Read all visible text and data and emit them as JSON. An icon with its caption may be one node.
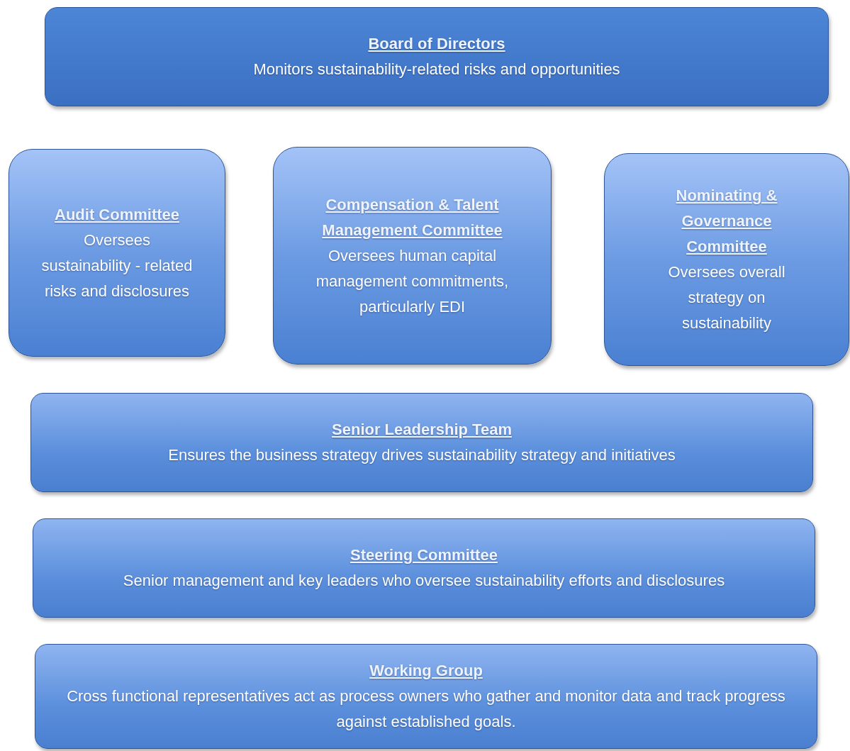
{
  "diagram": {
    "nodes": [
      {
        "text": [
          "Board of Directors",
          "Monitors sustainability-related risks and opportunities"
        ]
      },
      {
        "text": [
          "Audit Committee",
          "Oversees sustainability - related risks and disclosures"
        ]
      },
      {
        "text": [
          "Compensation & Talent Management Committee",
          "Oversees human capital management commitments, particularly EDI"
        ]
      },
      {
        "text": [
          "Nominating & Governance Committee",
          "Oversees overall strategy on sustainability"
        ]
      },
      {
        "text": [
          "Senior Leadership Team",
          "Ensures the business strategy drives sustainability strategy and initiatives"
        ]
      },
      {
        "text": [
          "Steering Committee",
          "Senior management and key leaders who oversee sustainability efforts and disclosures"
        ]
      },
      {
        "text": [
          "Working Group",
          "Cross functional representatives act as process owners who gather and monitor data and track progress against established goals."
        ]
      }
    ]
  }
}
